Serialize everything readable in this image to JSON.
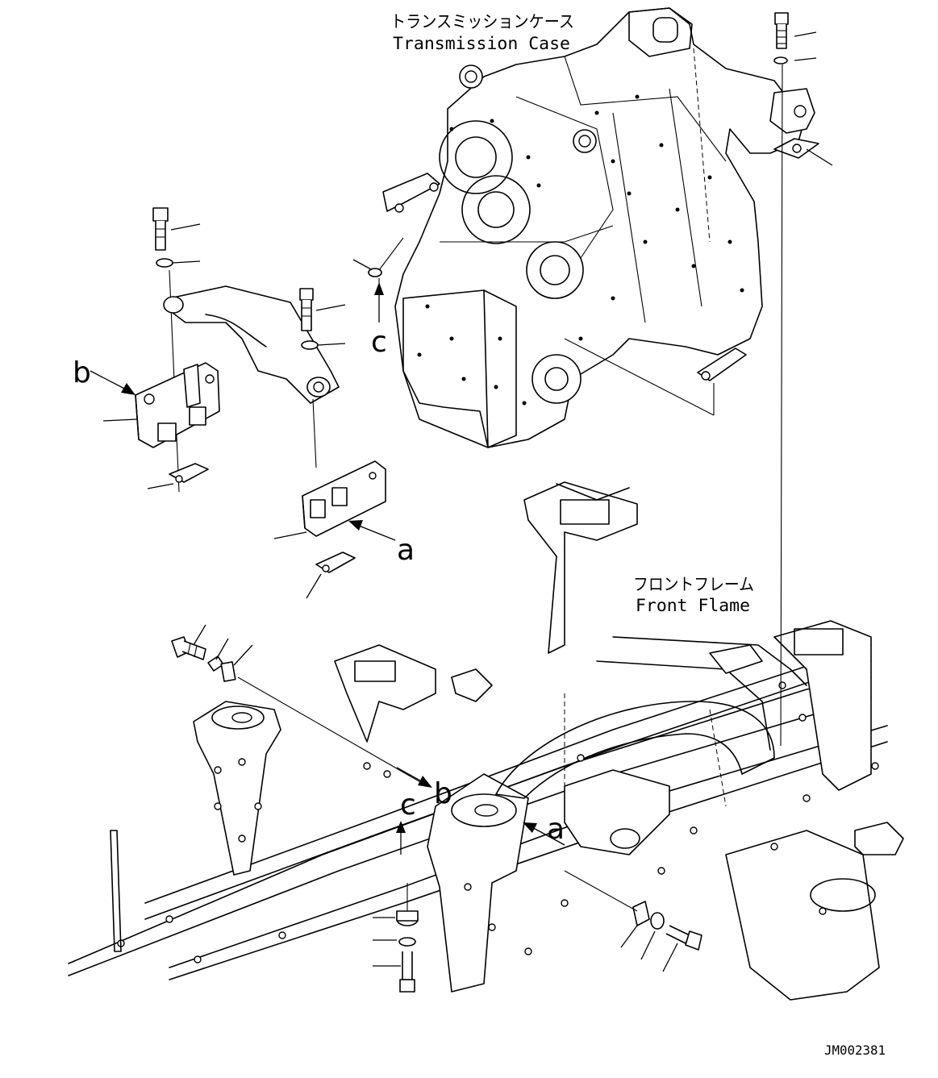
{
  "labels": {
    "transmission_jp": "トランスミッションケース",
    "transmission_en": "Transmission Case",
    "frame_jp": "フロントフレーム",
    "frame_en": "Front Flame",
    "drawing_id": "JM002381"
  },
  "callouts": {
    "a": "a",
    "b": "b",
    "c": "c"
  }
}
